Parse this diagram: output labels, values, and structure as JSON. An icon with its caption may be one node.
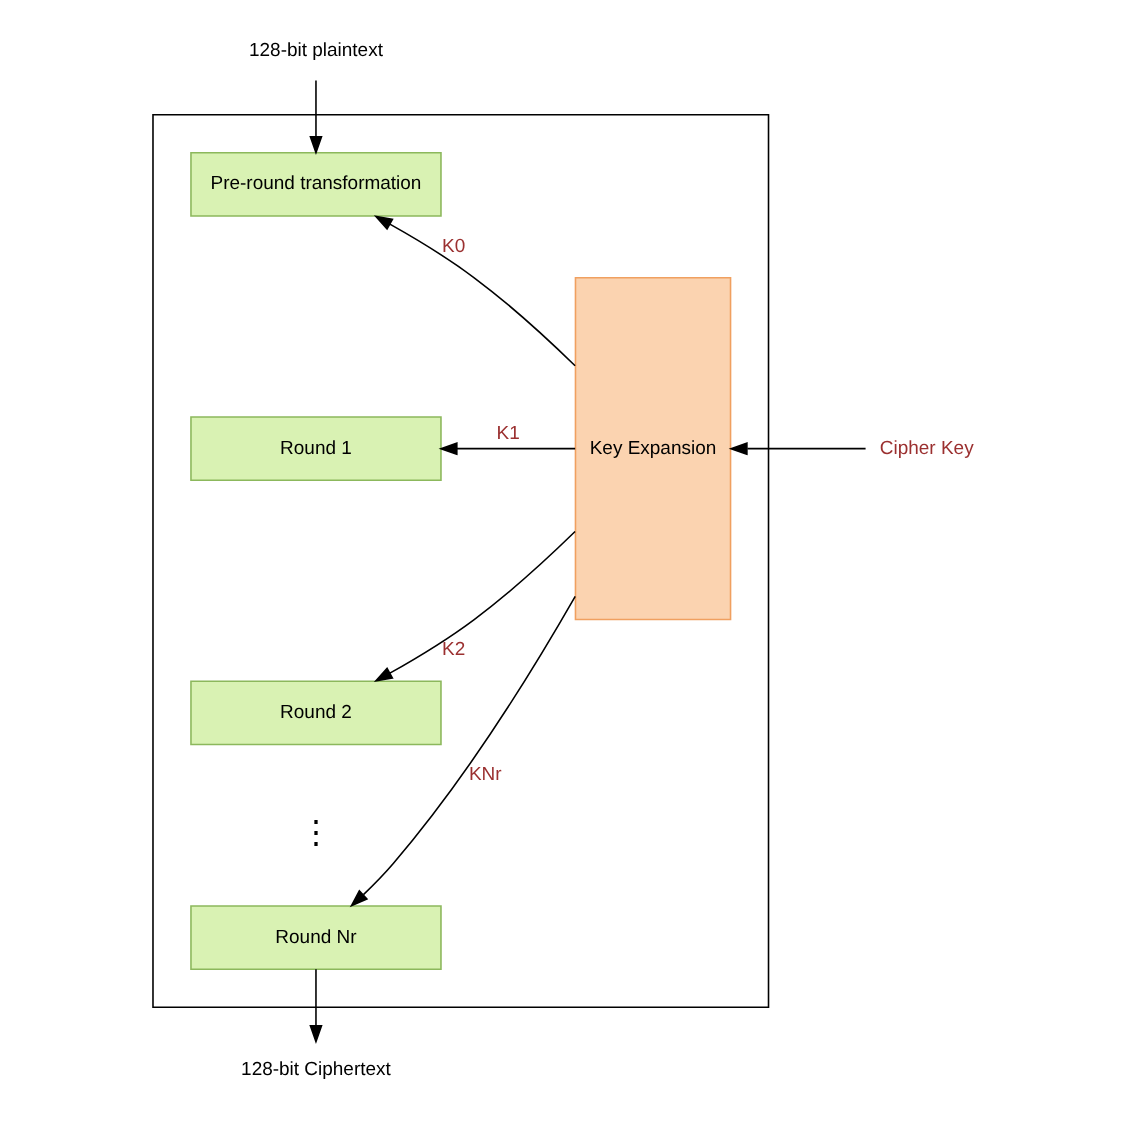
{
  "diagram": {
    "nodes": [
      {
        "text": [],
        "shape": "box"
      },
      {
        "text": [
          "128-bit plaintext"
        ]
      },
      {
        "text": [
          "Pre-round transformation"
        ],
        "in": 0
      },
      {
        "text": [
          "Round 1"
        ],
        "in": 0
      },
      {
        "text": [
          "Round 2"
        ],
        "in": 0
      },
      {
        "text": [
          "Round Nr"
        ],
        "in": 0
      },
      {
        "text": [
          "Key Expansion"
        ],
        "in": 0
      },
      {
        "text": [
          "Cipher Key"
        ]
      },
      {
        "text": [
          "128-bit Ciphertext"
        ]
      }
    ],
    "edges": [
      {
        "from": 1,
        "to": 2,
        "arrow": "to"
      },
      {
        "from": 6,
        "to": 2,
        "arrow": "to",
        "label": "K0"
      },
      {
        "from": 6,
        "to": 3,
        "arrow": "to",
        "label": "K1"
      },
      {
        "from": 6,
        "to": 4,
        "arrow": "to",
        "label": "K2"
      },
      {
        "from": 6,
        "to": 5,
        "arrow": "to",
        "label": "KNr"
      },
      {
        "from": 7,
        "to": 6,
        "arrow": "to"
      },
      {
        "from": 5,
        "to": 8,
        "arrow": "to"
      }
    ],
    "labels": [
      "⋮"
    ]
  }
}
